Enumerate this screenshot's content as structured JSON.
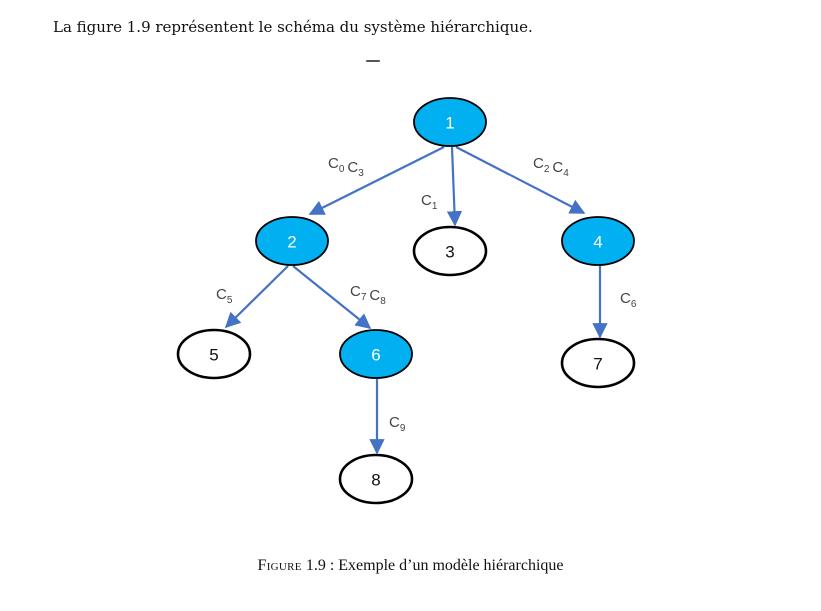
{
  "document": {
    "intro_text": "La figure 1.9 représentent le schéma du système hiérarchique."
  },
  "figure": {
    "caption_label": "Figure",
    "caption_number": "1.9",
    "caption_text": " : Exemple d’un modèle hiérarchique"
  },
  "diagram": {
    "colors": {
      "filled_node": "#00b0f0",
      "edge": "#4472c4",
      "outline": "#000000",
      "empty_node": "#ffffff"
    },
    "nodes": [
      {
        "id": "1",
        "label": "1",
        "filled": true
      },
      {
        "id": "2",
        "label": "2",
        "filled": true
      },
      {
        "id": "3",
        "label": "3",
        "filled": false
      },
      {
        "id": "4",
        "label": "4",
        "filled": true
      },
      {
        "id": "5",
        "label": "5",
        "filled": false
      },
      {
        "id": "6",
        "label": "6",
        "filled": true
      },
      {
        "id": "7",
        "label": "7",
        "filled": false
      },
      {
        "id": "8",
        "label": "8",
        "filled": false
      }
    ],
    "edges": [
      {
        "from": "1",
        "to": "2",
        "label": [
          {
            "base": "C",
            "sub": "0"
          },
          {
            "base": "C",
            "sub": "3"
          }
        ]
      },
      {
        "from": "1",
        "to": "3",
        "label": [
          {
            "base": "C",
            "sub": "1"
          }
        ]
      },
      {
        "from": "1",
        "to": "4",
        "label": [
          {
            "base": "C",
            "sub": "2"
          },
          {
            "base": "C",
            "sub": "4"
          }
        ]
      },
      {
        "from": "2",
        "to": "5",
        "label": [
          {
            "base": "C",
            "sub": "5"
          }
        ]
      },
      {
        "from": "2",
        "to": "6",
        "label": [
          {
            "base": "C",
            "sub": "7"
          },
          {
            "base": "C",
            "sub": "8"
          }
        ]
      },
      {
        "from": "4",
        "to": "7",
        "label": [
          {
            "base": "C",
            "sub": "6"
          }
        ]
      },
      {
        "from": "6",
        "to": "8",
        "label": [
          {
            "base": "C",
            "sub": "9"
          }
        ]
      }
    ]
  }
}
